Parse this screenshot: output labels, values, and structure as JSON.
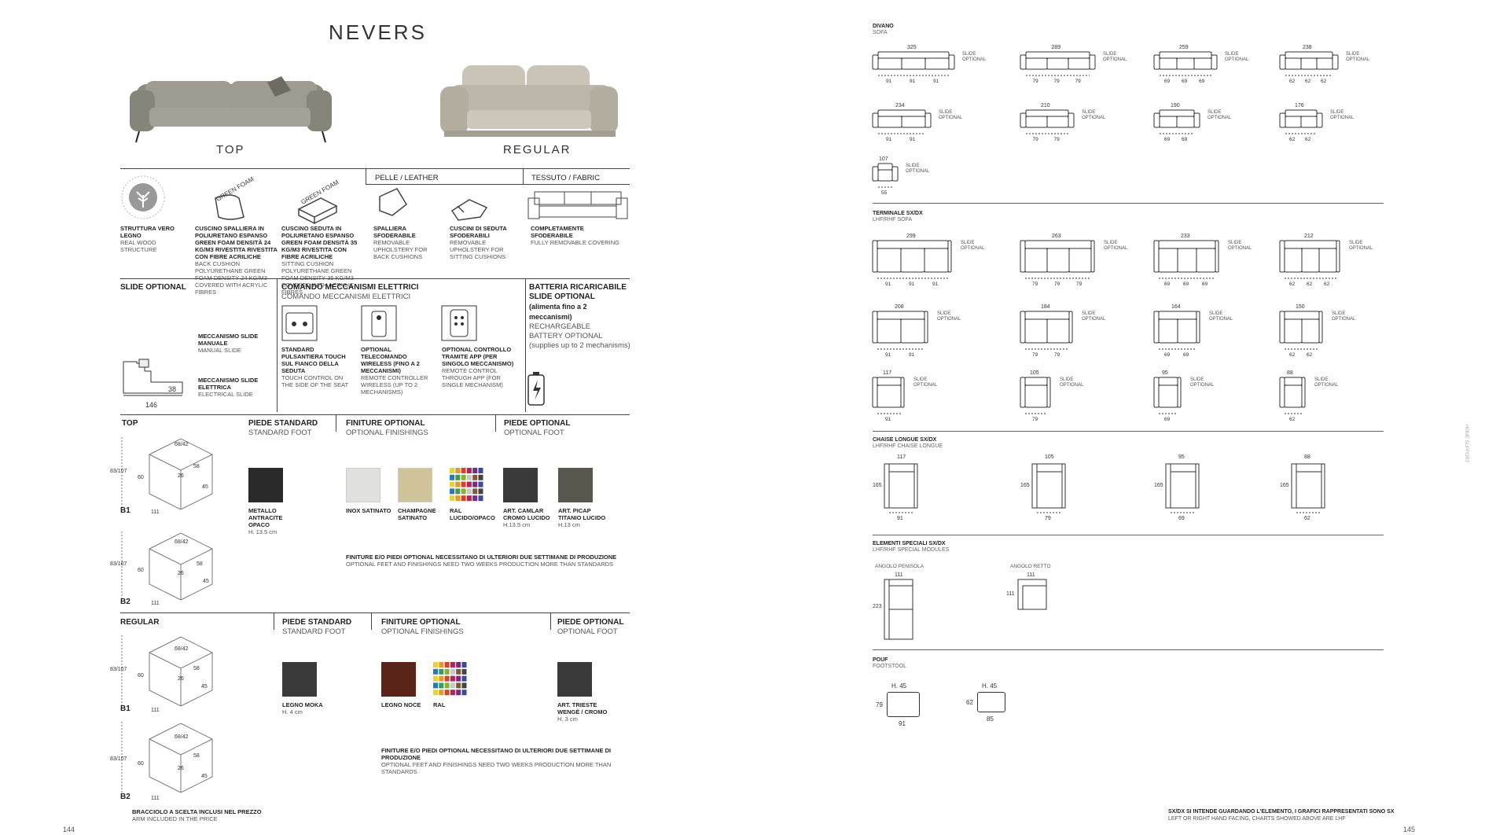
{
  "title": "NEVERS",
  "models": {
    "top": "TOP",
    "regular": "REGULAR"
  },
  "features": [
    {
      "bold": "STRUTTURA VERO LEGNO",
      "text": "REAL WOOD STRUCTURE"
    },
    {
      "bold": "CUSCINO SPALLIERA IN POLIURETANO ESPANSO GREEN FOAM DENSITÀ 24 KG/M3 RIVESTITA RIVESTITA CON FIBRE ACRILICHE",
      "text": "BACK CUSHION POLYURETHANE GREEN FOAM DENSITY 24 KG/M3 COVERED WITH ACRYLIC FIBRES"
    },
    {
      "bold": "CUSCINO SEDUTA IN POLIURETANO ESPANSO GREEN FOAM DENSITÀ 35 KG/M3 RIVESTITA CON FIBRE ACRILICHE",
      "text": "SITTING CUSHION POLYURETHANE GREEN FOAM DENSITY 35 KG/M3 COVERED WITH ACRYLIC FIBRES"
    },
    {
      "bold": "SPALLIERA SFODERABILE",
      "text": "REMOVABLE UPHOLSTERY FOR BACK CUSHIONS"
    },
    {
      "bold": "CUSCINI DI SEDUTA SFODERABILI",
      "text": "REMOVABLE UPHOLSTERY FOR SITTING CUSHIONS"
    },
    {
      "bold": "COMPLETAMENTE SFODERABILE",
      "text": "FULLY REMOVABLE COVERING"
    }
  ],
  "green_foam": "GREEN FOAM",
  "seal_text": "STRUTTURA VERO LEGNO",
  "leather": "PELLE / LEATHER",
  "fabric": "TESSUTO / FABRIC",
  "slide": {
    "label": "SLIDE OPTIONAL",
    "manual_b": "MECCANISMO SLIDE MANUALE",
    "manual": "MANUAL SLIDE",
    "electric_b": "MECCANISMO SLIDE ELETTRICA",
    "electric": "ELECTRICAL SLIDE",
    "w": "146",
    "h": "38"
  },
  "comando": {
    "b": "COMANDO MECCANISMI ELETTRICI",
    "t": "COMANDO MECCANISMI ELETTRICI",
    "opts": [
      {
        "b": "STANDARD PULSANTIERA TOUCH SUL FIANCO DELLA SEDUTA",
        "t": "TOUCH CONTROL ON THE SIDE OF THE SEAT"
      },
      {
        "b": "OPTIONAL TELECOMANDO WIRELESS (FINO A 2 MECCANISMI)",
        "t": "REMOTE CONTROLLER WIRELESS (UP TO 2 MECHANISMS)"
      },
      {
        "b": "OPTIONAL CONTROLLO TRAMITE APP (PER SINGOLO MECCANISMO)",
        "t": "REMOTE CONTROL THROUGH APP (FOR SINGLE MECHANISM)"
      }
    ]
  },
  "batteria": {
    "b1": "BATTERIA RICARICABILE",
    "b2": "SLIDE OPTIONAL",
    "b3": "(alimenta fino a 2 meccanismi)",
    "t1": "RECHARGEABLE",
    "t2": "BATTERY OPTIONAL",
    "t3": "(supplies up to 2 mechanisms)"
  },
  "top": {
    "label": "TOP",
    "b1": "B1",
    "b2": "B2",
    "dims": {
      "h": "83/107",
      "s": "60",
      "a": "68/42",
      "d1": "58",
      "d2": "26",
      "d3": "45",
      "w": "111"
    },
    "piede": {
      "b": "PIEDE STANDARD",
      "t": "STANDARD FOOT"
    },
    "finiture": {
      "b": "FINITURE OPTIONAL",
      "t": "OPTIONAL FINISHINGS"
    },
    "piedeopt": {
      "b": "PIEDE OPTIONAL",
      "t": "OPTIONAL FOOT"
    },
    "sw": [
      {
        "b": "METALLO ANTRACITE OPACO",
        "t": "H. 13.5 cm",
        "c": "#2a2a2a"
      },
      {
        "b": "INOX SATINATO",
        "t": "",
        "c": "#e0e0de"
      },
      {
        "b": "CHAMPAGNE SATINATO",
        "t": "",
        "c": "#cfc39a"
      },
      {
        "b": "RAL LUCIDO/OPACO",
        "t": "",
        "c": "grid"
      },
      {
        "b": "ART. CAMLAR CROMO LUCIDO",
        "t": "H.13.5 cm",
        "c": "#3a3a3a"
      },
      {
        "b": "ART. PICAP TITANIO LUCIDO",
        "t": "H.13 cm",
        "c": "#59584f"
      }
    ],
    "note_b": "FINITURE E/O PIEDI OPTIONAL NECESSITANO DI ULTERIORI DUE SETTIMANE DI PRODUZIONE",
    "note": "OPTIONAL FEET AND FINISHINGS NEED TWO WEEKS PRODUCTION MORE THAN STANDARDS"
  },
  "regular": {
    "label": "REGULAR",
    "b1": "B1",
    "b2": "B2",
    "piede": {
      "b": "PIEDE STANDARD",
      "t": "STANDARD FOOT"
    },
    "finiture": {
      "b": "FINITURE OPTIONAL",
      "t": "OPTIONAL FINISHINGS"
    },
    "piedeopt": {
      "b": "PIEDE OPTIONAL",
      "t": "OPTIONAL FOOT"
    },
    "sw": [
      {
        "b": "LEGNO MOKA",
        "t": "H. 4 cm",
        "c": "#3a3a3a"
      },
      {
        "b": "LEGNO NOCE",
        "t": "",
        "c": "#5a2418"
      },
      {
        "b": "RAL",
        "t": "",
        "c": "grid"
      },
      {
        "b": "ART. TRIESTE WENGÈ / CROMO",
        "t": "H. 3 cm",
        "c": "#3a3a3a"
      }
    ],
    "note_b": "FINITURE E/O PIEDI OPTIONAL NECESSITANO DI ULTERIORI DUE SETTIMANE DI PRODUZIONE",
    "note": "OPTIONAL FEET AND FINISHINGS NEED TWO WEEKS PRODUCTION MORE THAN STANDARDS"
  },
  "bracciolo_b": "BRACCIOLO A SCELTA INCLUSI NEL PREZZO",
  "bracciolo": "ARM INCLUDED IN THE PRICE",
  "page_left": "144",
  "page_right": "145",
  "side_text": "HOME SUPPORT",
  "slide_opt": "SLIDE OPTIONAL",
  "sections": {
    "divano": {
      "b": "DIVANO",
      "t": "SOFA"
    },
    "terminale": {
      "b": "TERMINALE SX/DX",
      "t": "LHF/RHF SOFA"
    },
    "chaise": {
      "b": "CHAISE LONGUE SX/DX",
      "t": "LHF/RHF CHAISE LONGUE"
    },
    "speciali": {
      "b": "ELEMENTI SPECIALI SX/DX",
      "t": "LHF/RHF SPECIAL MODULES"
    },
    "pouf": {
      "b": "POUF",
      "t": "FOOTSTOOL"
    }
  },
  "divano_rows": [
    [
      {
        "w": "325",
        "s": [
          "91",
          "91",
          "91"
        ]
      },
      {
        "w": "289",
        "s": [
          "79",
          "79",
          "79"
        ]
      },
      {
        "w": "259",
        "s": [
          "69",
          "69",
          "69"
        ]
      },
      {
        "w": "238",
        "s": [
          "62",
          "62",
          "62"
        ]
      }
    ],
    [
      {
        "w": "234",
        "s": [
          "91",
          "91"
        ]
      },
      {
        "w": "210",
        "s": [
          "79",
          "79"
        ]
      },
      {
        "w": "190",
        "s": [
          "69",
          "69"
        ]
      },
      {
        "w": "176",
        "s": [
          "62",
          "62"
        ]
      }
    ],
    [
      {
        "w": "107",
        "s": [
          "55"
        ]
      }
    ]
  ],
  "term_rows": [
    [
      {
        "w": "299",
        "s": [
          "91",
          "91",
          "91"
        ]
      },
      {
        "w": "263",
        "s": [
          "79",
          "79",
          "79"
        ]
      },
      {
        "w": "233",
        "s": [
          "69",
          "69",
          "69"
        ]
      },
      {
        "w": "212",
        "s": [
          "62",
          "62",
          "62"
        ]
      }
    ],
    [
      {
        "w": "208",
        "s": [
          "91",
          "91"
        ]
      },
      {
        "w": "184",
        "s": [
          "79",
          "79"
        ]
      },
      {
        "w": "164",
        "s": [
          "69",
          "69"
        ]
      },
      {
        "w": "150",
        "s": [
          "62",
          "62"
        ]
      }
    ],
    [
      {
        "w": "117",
        "s": [
          "91"
        ]
      },
      {
        "w": "105",
        "s": [
          "79"
        ]
      },
      {
        "w": "95",
        "s": [
          "69"
        ]
      },
      {
        "w": "88",
        "s": [
          "62"
        ]
      }
    ]
  ],
  "chaise": [
    {
      "w": "117",
      "d": "165",
      "s": "91"
    },
    {
      "w": "105",
      "d": "165",
      "s": "79"
    },
    {
      "w": "95",
      "d": "165",
      "s": "69"
    },
    {
      "w": "88",
      "d": "165",
      "s": "62"
    }
  ],
  "speciali": {
    "a": {
      "label": "ANGOLO PENISOLA",
      "w": "111",
      "h": "223"
    },
    "b": {
      "label": "ANGOLO RETTO",
      "w": "111",
      "h": "111"
    }
  },
  "pouf": [
    {
      "h": "H. 45",
      "w": "91",
      "d": "79"
    },
    {
      "h": "H. 45",
      "w": "85",
      "d": "62"
    }
  ],
  "footer_b": "SX/DX SI INTENDE GUARDANDO L'ELEMENTO, I GRAFICI RAPPRESENTATI SONO SX",
  "footer": "LEFT OR RIGHT HAND FACING, CHARTS SHOWED ABOVE ARE LHF"
}
